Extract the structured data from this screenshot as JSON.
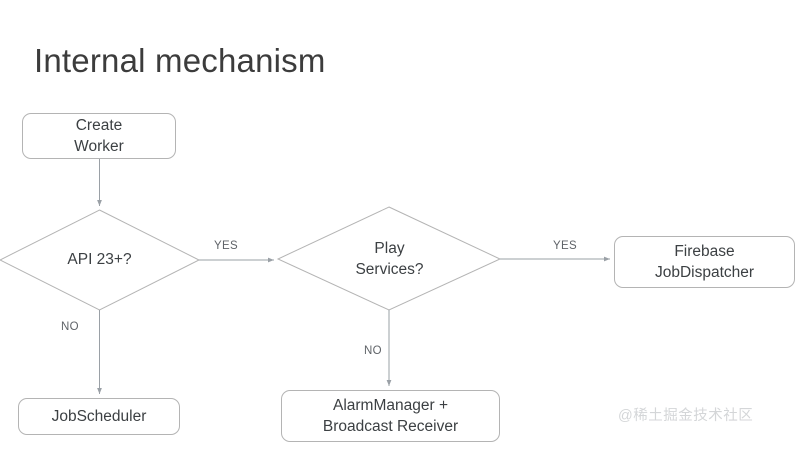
{
  "slide": {
    "title": "Internal mechanism",
    "background_color": "#ffffff",
    "text_color": "#3c4043",
    "line_color": "#b4b4b4"
  },
  "watermark": {
    "text": "@稀土掘金技术社区",
    "color": "#d4d6d8"
  },
  "flowchart": {
    "type": "flowchart",
    "nodes": {
      "create_worker": {
        "shape": "rounded-rect",
        "line1": "Create",
        "line2": "Worker"
      },
      "api_23": {
        "shape": "diamond",
        "line1": "API 23+?"
      },
      "play_services": {
        "shape": "diamond",
        "line1": "Play",
        "line2": "Services?"
      },
      "jobscheduler": {
        "shape": "rounded-rect",
        "line1": "JobScheduler"
      },
      "alarmmanager": {
        "shape": "rounded-rect",
        "line1": "AlarmManager +",
        "line2": "Broadcast Receiver"
      },
      "firebase": {
        "shape": "rounded-rect",
        "line1": "Firebase",
        "line2": "JobDispatcher"
      }
    },
    "edges": [
      {
        "from": "create_worker",
        "to": "api_23",
        "label": ""
      },
      {
        "from": "api_23",
        "to": "play_services",
        "label": "YES"
      },
      {
        "from": "api_23",
        "to": "jobscheduler",
        "label": "NO"
      },
      {
        "from": "play_services",
        "to": "firebase",
        "label": "YES"
      },
      {
        "from": "play_services",
        "to": "alarmmanager",
        "label": "NO"
      }
    ],
    "edge_labels": {
      "yes_1": "YES",
      "yes_2": "YES",
      "no_1": "NO",
      "no_2": "NO"
    }
  }
}
